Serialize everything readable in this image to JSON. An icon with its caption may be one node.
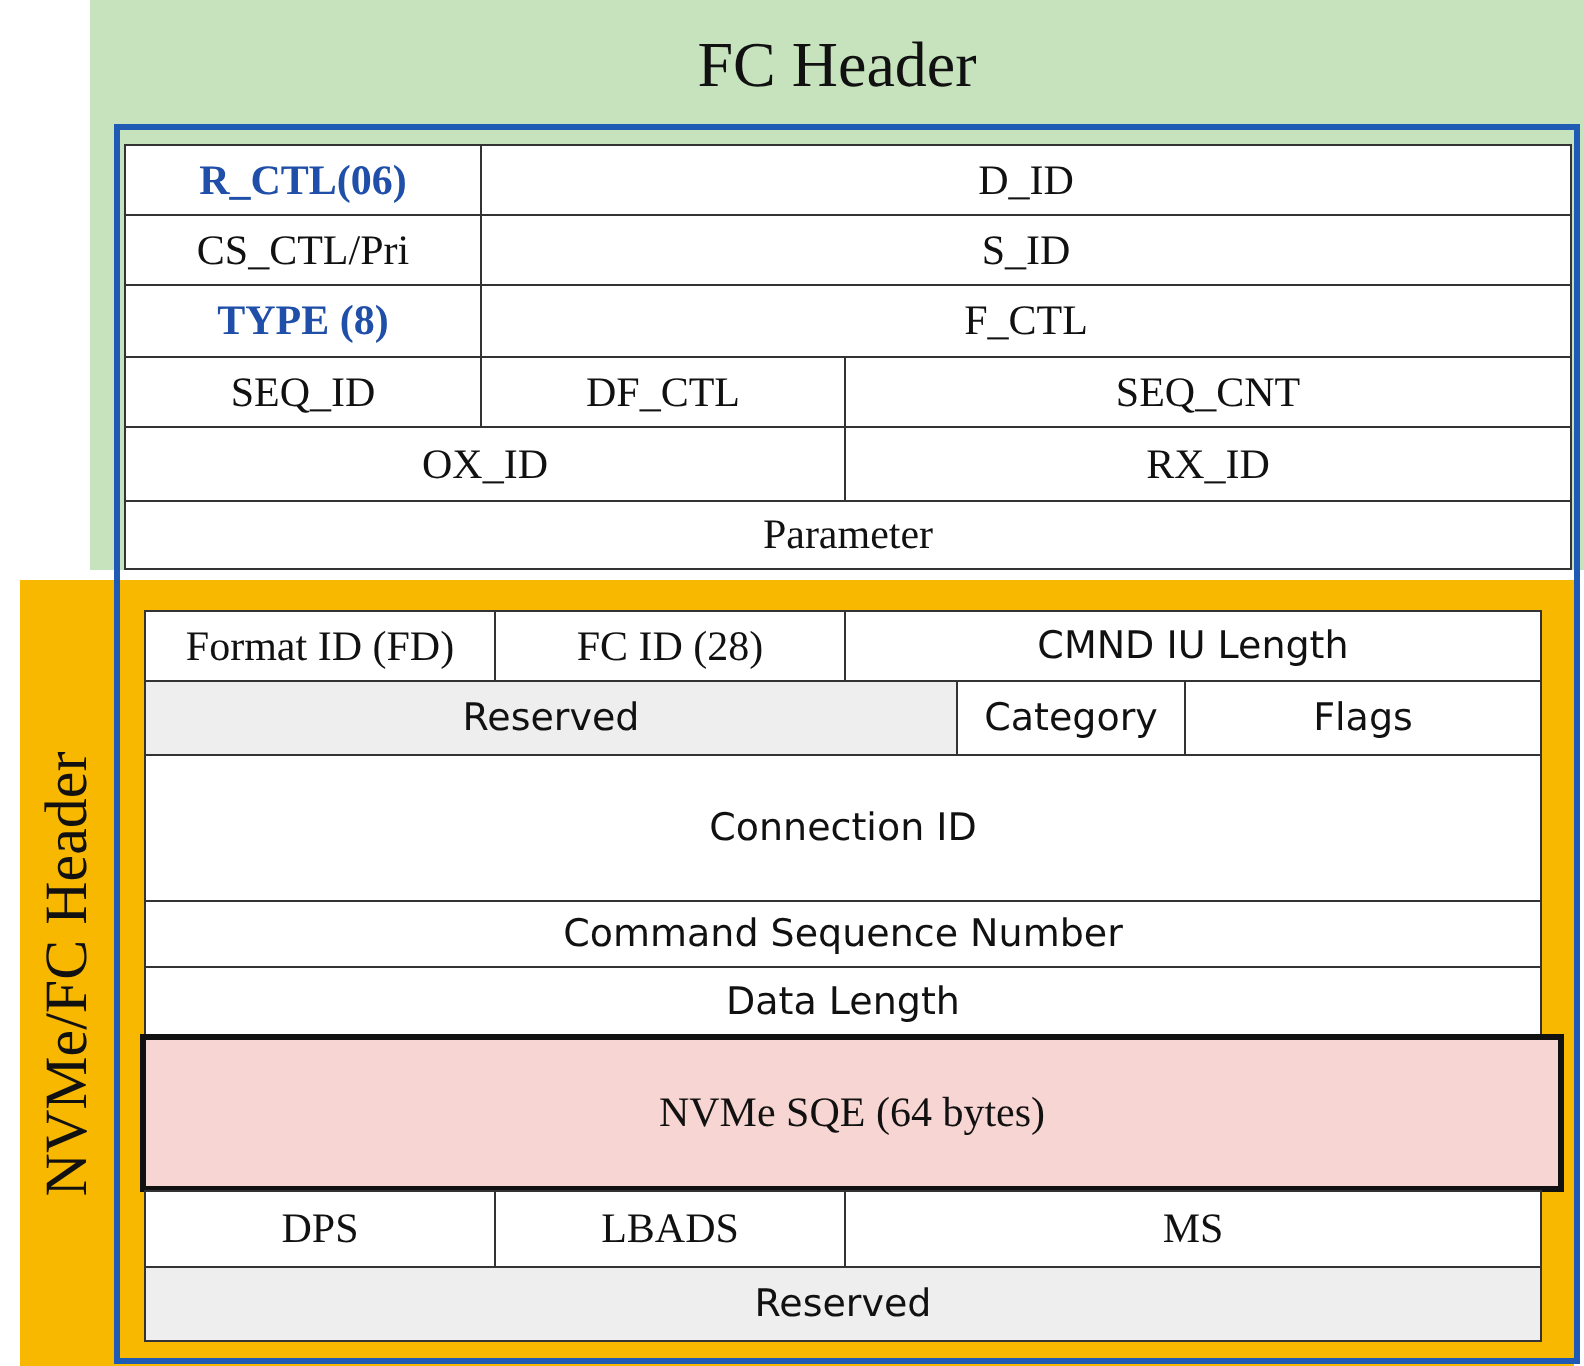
{
  "diagram": {
    "nodes": [
      {
        "text": [
          "FC Header"
        ]
      },
      {
        "text": [
          "R_CTL(06)"
        ],
        "in": 0
      },
      {
        "text": [
          "D_ID"
        ],
        "in": 0
      },
      {
        "text": [
          "CS_CTL/Pri"
        ],
        "in": 0
      },
      {
        "text": [
          "S_ID"
        ],
        "in": 0
      },
      {
        "text": [
          "TYPE (8)"
        ],
        "in": 0
      },
      {
        "text": [
          "F_CTL"
        ],
        "in": 0
      },
      {
        "text": [
          "SEQ_ID"
        ],
        "in": 0
      },
      {
        "text": [
          "DF_CTL"
        ],
        "in": 0
      },
      {
        "text": [
          "SEQ_CNT"
        ],
        "in": 0
      },
      {
        "text": [
          "OX_ID"
        ],
        "in": 0
      },
      {
        "text": [
          "RX_ID"
        ],
        "in": 0
      },
      {
        "text": [
          "Parameter"
        ],
        "in": 0
      },
      {
        "text": [
          "NVMe/FC Header"
        ]
      },
      {
        "text": [
          "Format ID (FD)"
        ],
        "in": 13
      },
      {
        "text": [
          "FC ID (28)"
        ],
        "in": 13
      },
      {
        "text": [
          "CMND IU Length"
        ],
        "in": 13
      },
      {
        "text": [
          "Reserved"
        ],
        "in": 13
      },
      {
        "text": [
          "Category"
        ],
        "in": 13
      },
      {
        "text": [
          "Flags"
        ],
        "in": 13
      },
      {
        "text": [
          "Connection ID"
        ],
        "in": 13
      },
      {
        "text": [
          "Command Sequence Number"
        ],
        "in": 13
      },
      {
        "text": [
          "Data Length"
        ],
        "in": 13
      },
      {
        "text": [
          "NVMe SQE (64 bytes)"
        ],
        "in": 13
      },
      {
        "text": [
          "DPS"
        ],
        "in": 13
      },
      {
        "text": [
          "LBADS"
        ],
        "in": 13
      },
      {
        "text": [
          "MS"
        ],
        "in": 13
      },
      {
        "text": [
          "Reserved"
        ],
        "in": 13
      }
    ]
  }
}
